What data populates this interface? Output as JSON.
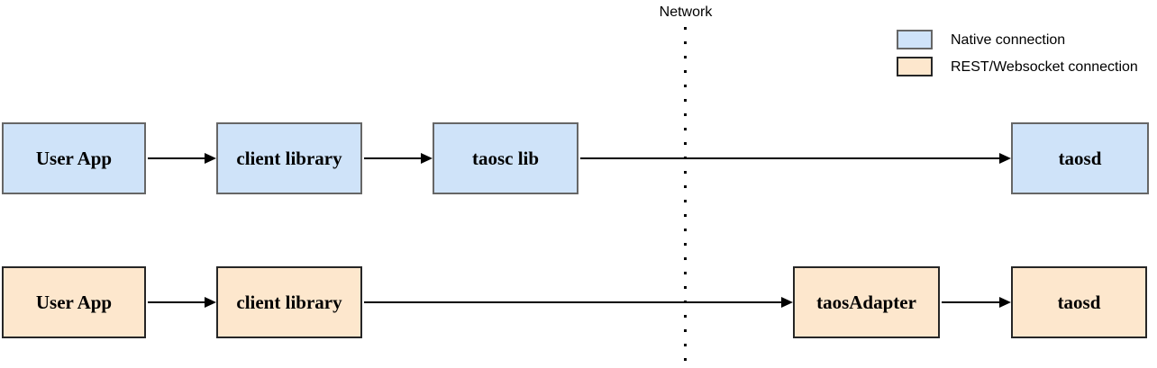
{
  "diagram": {
    "network_label": "Network",
    "legend": {
      "items": [
        {
          "type": "native",
          "label": "Native connection",
          "swatch_fill": "#cfe3f9",
          "swatch_border": "#666666"
        },
        {
          "type": "rest",
          "label": "REST/Websocket connection",
          "swatch_fill": "#fde7cd",
          "swatch_border": "#262626"
        }
      ]
    },
    "native_row": {
      "user_app": "User App",
      "client_library": "client library",
      "taosc_lib": "taosc lib",
      "taosd": "taosd"
    },
    "rest_row": {
      "user_app": "User App",
      "client_library": "client library",
      "taos_adapter": "taosAdapter",
      "taosd": "taosd"
    },
    "colors": {
      "native_fill": "#cfe3f9",
      "native_border": "#666666",
      "rest_fill": "#fde7cd",
      "rest_border": "#262626",
      "arrow": "#000000"
    }
  }
}
